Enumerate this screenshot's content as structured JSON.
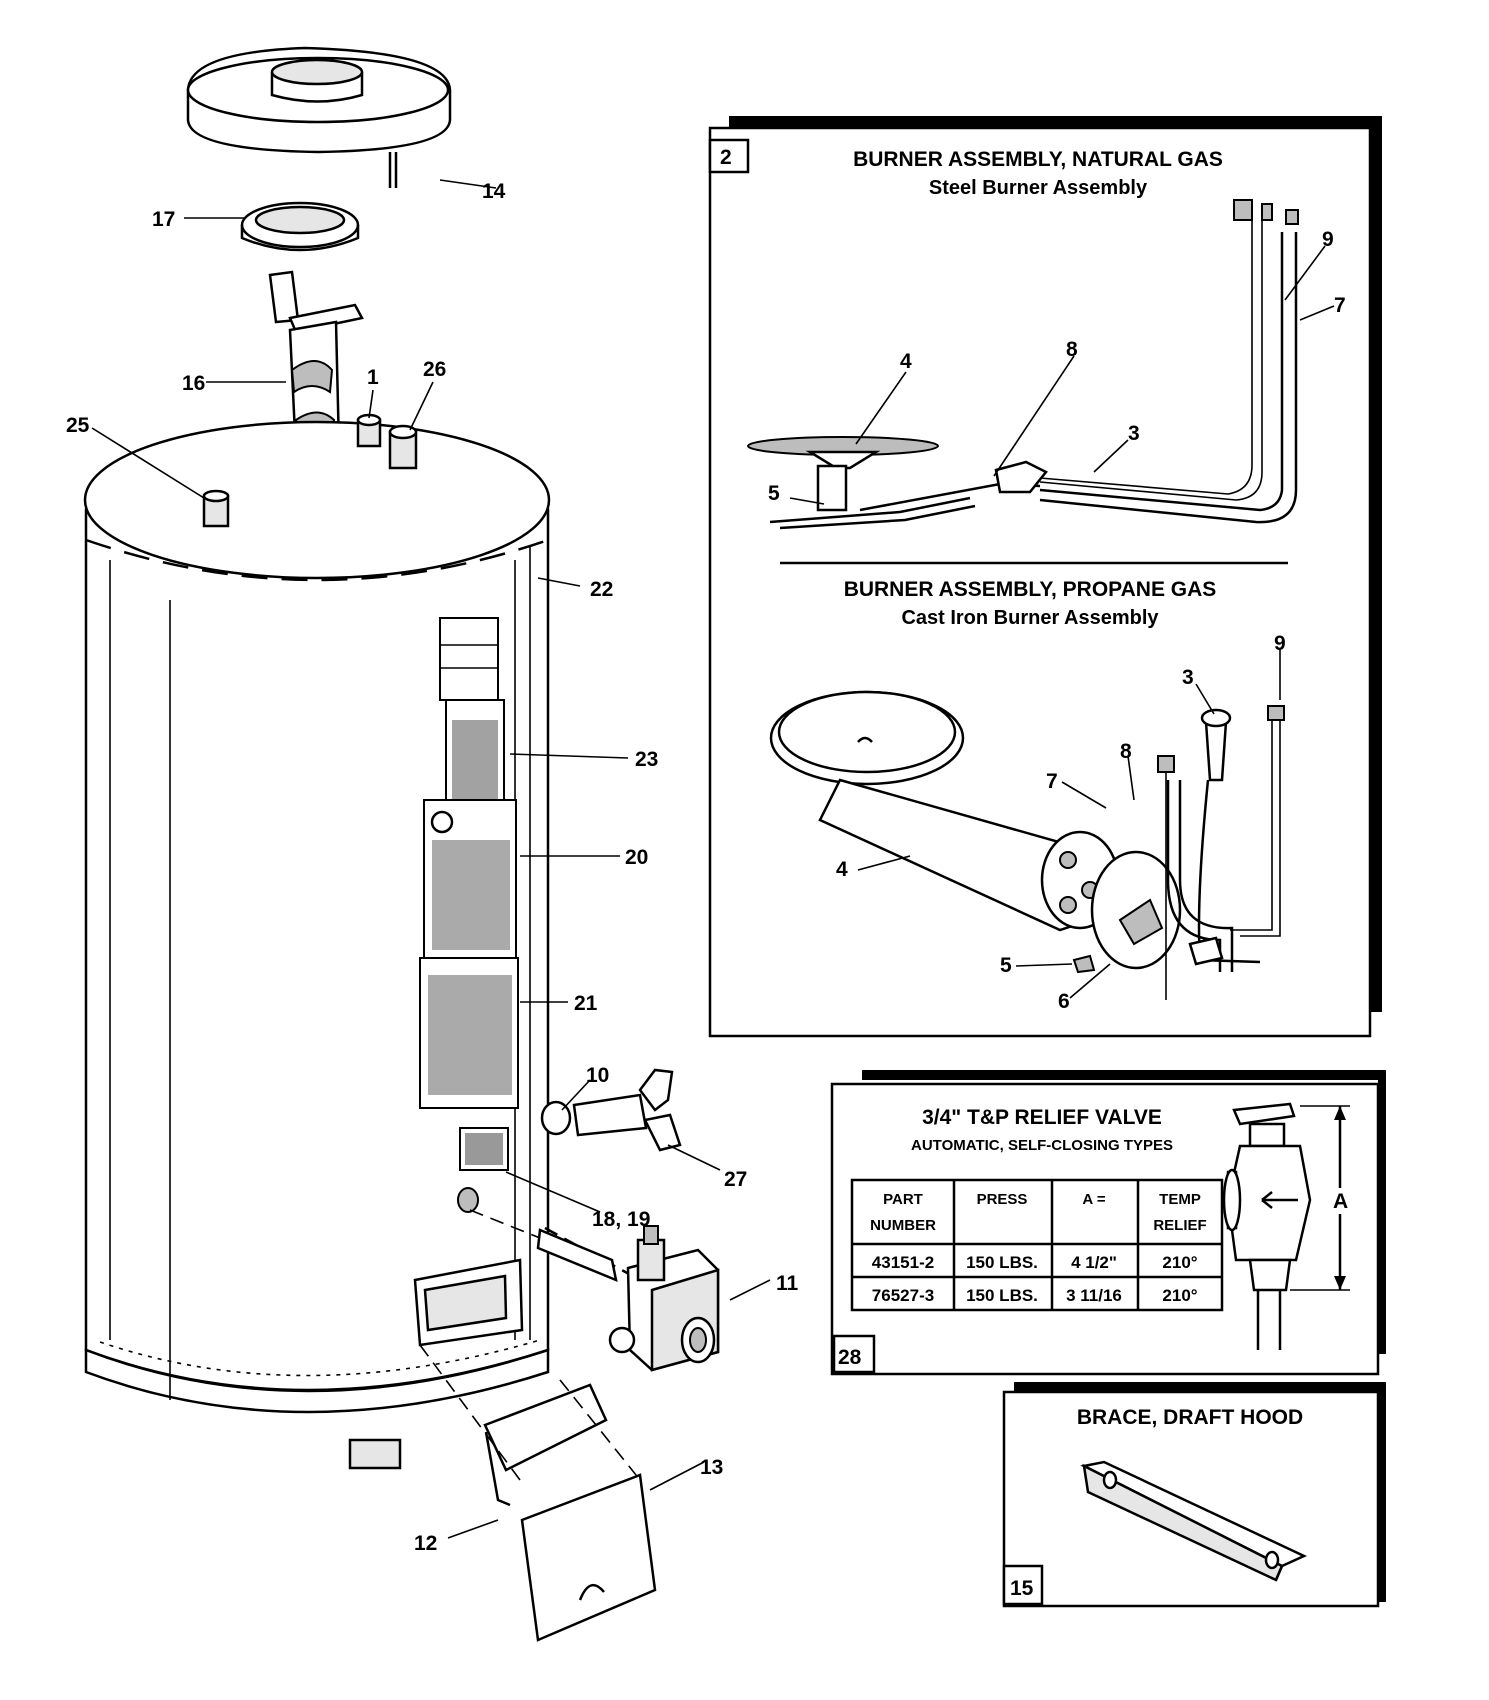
{
  "callouts": {
    "c14": "14",
    "c17": "17",
    "c16": "16",
    "c1": "1",
    "c26": "26",
    "c25": "25",
    "c22": "22",
    "c23": "23",
    "c20": "20",
    "c21": "21",
    "c10": "10",
    "c27": "27",
    "c18_19": "18, 19",
    "c11": "11",
    "c13": "13",
    "c12": "12"
  },
  "burner_panel": {
    "number": "2",
    "natural": {
      "title": "BURNER ASSEMBLY, NATURAL GAS",
      "subtitle": "Steel Burner Assembly",
      "callouts": {
        "n4": "4",
        "n5": "5",
        "n8": "8",
        "n3": "3",
        "n9": "9",
        "n7": "7"
      }
    },
    "propane": {
      "title": "BURNER ASSEMBLY, PROPANE GAS",
      "subtitle": "Cast Iron Burner Assembly",
      "callouts": {
        "p9": "9",
        "p3": "3",
        "p8": "8",
        "p7": "7",
        "p4": "4",
        "p5": "5",
        "p6": "6"
      }
    }
  },
  "relief_panel": {
    "number": "28",
    "title": "3/4\" T&P RELIEF VALVE",
    "subtitle": "AUTOMATIC, SELF-CLOSING TYPES",
    "dimension_label": "A",
    "table": {
      "headers": [
        "PART NUMBER",
        "PRESS",
        "A =",
        "TEMP RELIEF"
      ],
      "header_lines": [
        [
          "PART",
          "NUMBER"
        ],
        [
          "PRESS",
          ""
        ],
        [
          "A =",
          ""
        ],
        [
          "TEMP",
          "RELIEF"
        ]
      ],
      "rows": [
        [
          "43151-2",
          "150 LBS.",
          "4 1/2\"",
          "210°"
        ],
        [
          "76527-3",
          "150 LBS.",
          "3 11/16",
          "210°"
        ]
      ]
    }
  },
  "brace_panel": {
    "number": "15",
    "title": "BRACE, DRAFT HOOD"
  }
}
